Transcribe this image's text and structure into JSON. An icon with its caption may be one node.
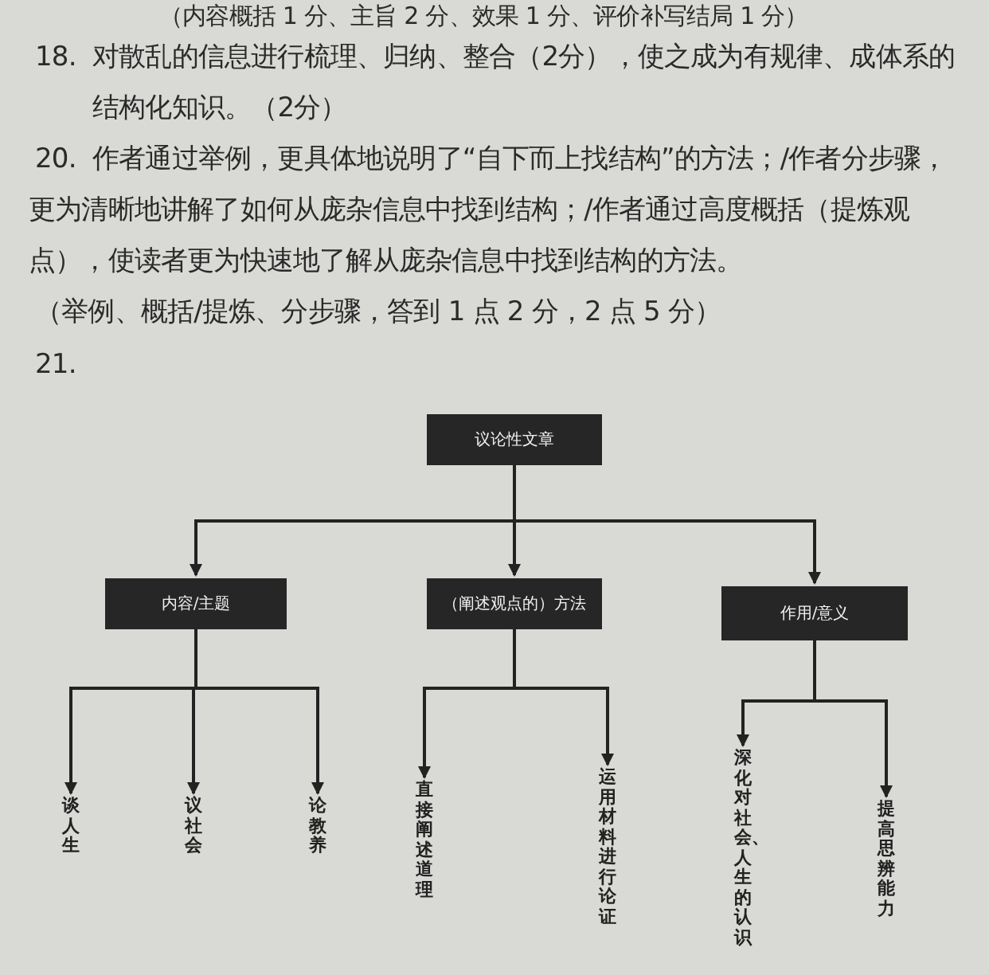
{
  "diagram": {
    "nodes": [
      {
        "text": [
          "议论性文章"
        ]
      },
      {
        "text": [
          "内容/主题"
        ]
      },
      {
        "text": [
          "（阐述观点的）方法"
        ]
      },
      {
        "text": [
          "作用/意义"
        ]
      },
      {
        "text": [
          "谈人生"
        ]
      },
      {
        "text": [
          "议社会"
        ]
      },
      {
        "text": [
          "论教养"
        ]
      },
      {
        "text": [
          "直接阐述道理"
        ]
      },
      {
        "text": [
          "运用材料进行论证"
        ]
      },
      {
        "text": [
          "深化对社会、人生的认识"
        ]
      },
      {
        "text": [
          "提高思辨能力"
        ]
      }
    ],
    "edges": [
      {
        "from": 0,
        "to": 1,
        "arrow": "to"
      },
      {
        "from": 0,
        "to": 2,
        "arrow": "to"
      },
      {
        "from": 0,
        "to": 3,
        "arrow": "to"
      },
      {
        "from": 1,
        "to": 4,
        "arrow": "to"
      },
      {
        "from": 1,
        "to": 5,
        "arrow": "to"
      },
      {
        "from": 1,
        "to": 6,
        "arrow": "to"
      },
      {
        "from": 2,
        "to": 7,
        "arrow": "to"
      },
      {
        "from": 2,
        "to": 8,
        "arrow": "to"
      },
      {
        "from": 3,
        "to": 9,
        "arrow": "to"
      },
      {
        "from": 3,
        "to": 10,
        "arrow": "to"
      }
    ],
    "labels": [
      "（内容概括 1 分、主旨 2 分、效果 1 分、评价补写结局 1 分）",
      "18.",
      "对散乱的信息进行梳理、归纳、整合（2分），使之成为有规律、成体系的结构化知识。（2分）",
      "20.",
      "作者通过举例，更具体地说明了“自下而上找结构”的方法；/作者分步骤，更为清晰地讲解了如何从庞杂信息中找到结构；/作者通过高度概括（提炼观点），使读者更为快速地了解从庞杂信息中找到结构的方法。",
      "（举例、概括/提炼、分步骤，答到 1 点 2 分，2 点 5 分）",
      "21."
    ]
  }
}
